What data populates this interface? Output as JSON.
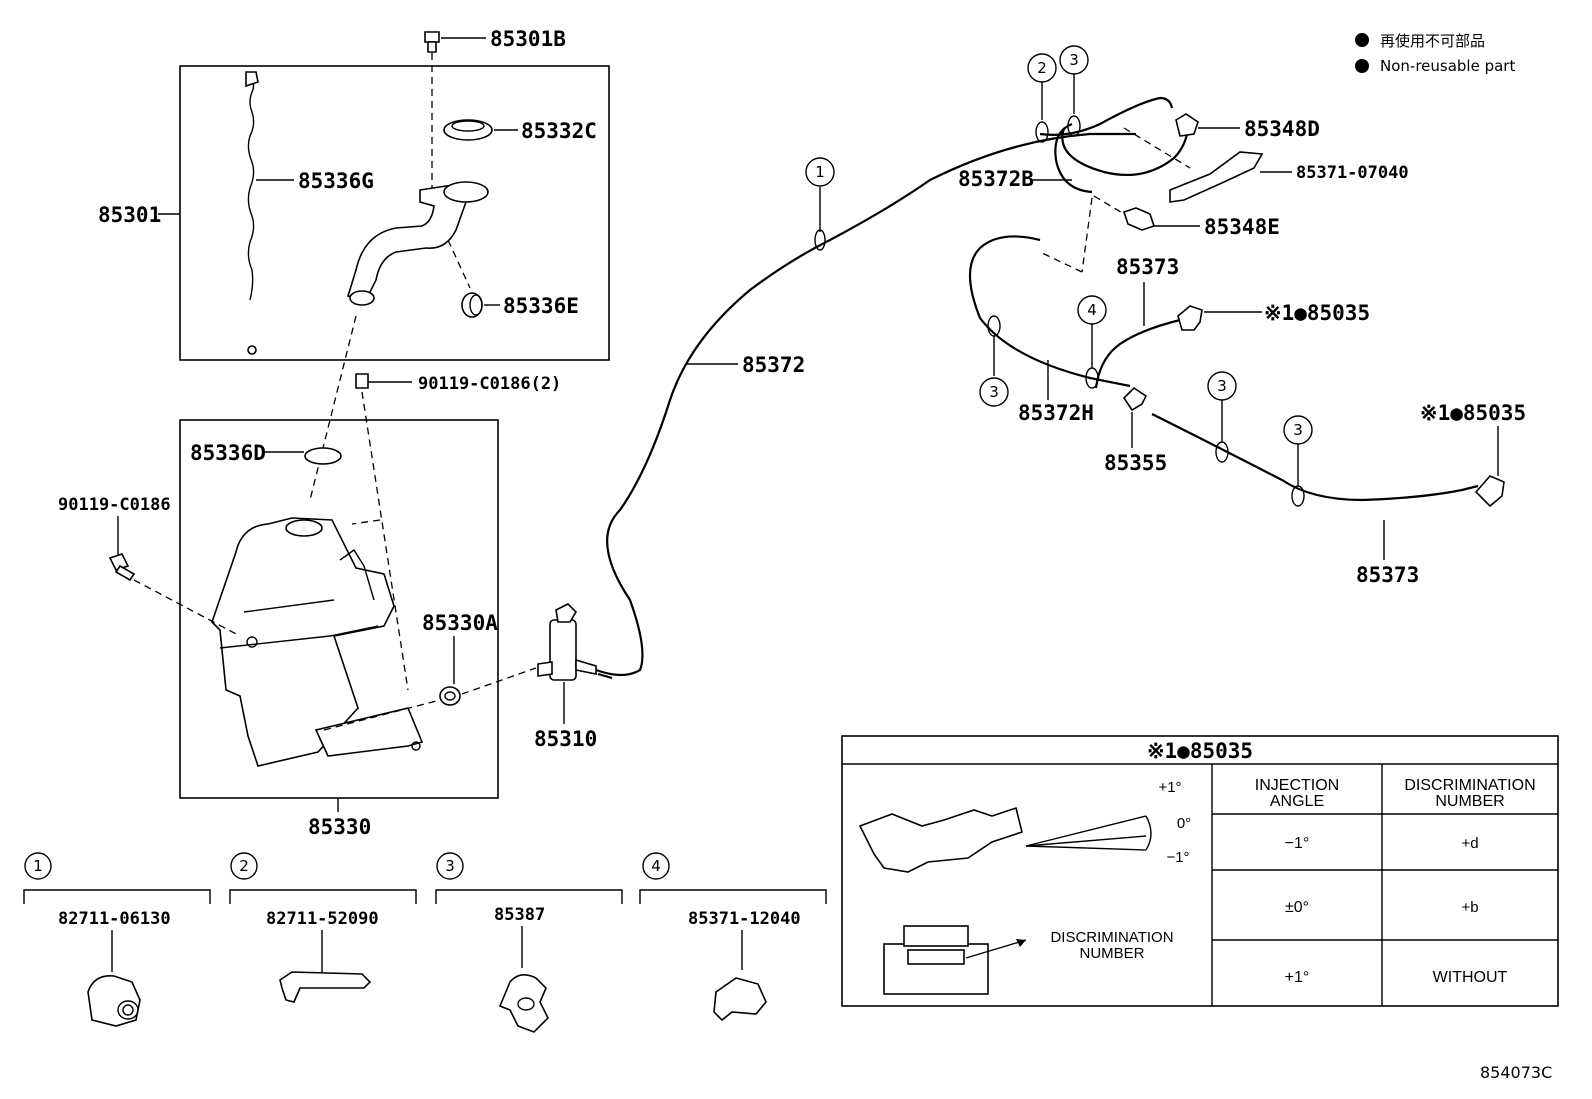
{
  "legend": {
    "jp": "再使用不可部品",
    "en": "Non-reusable part"
  },
  "labels": {
    "p85301B": "85301B",
    "p85332C": "85332C",
    "p85336G": "85336G",
    "p85301": "85301",
    "p85336E": "85336E",
    "p90119_2": "90119-C0186(2)",
    "p85336D": "85336D",
    "p90119": "90119-C0186",
    "p85330A": "85330A",
    "p85330": "85330",
    "p85310": "85310",
    "p85372": "85372",
    "p85348D": "85348D",
    "p85371_07040": "85371-07040",
    "p85372B": "85372B",
    "p85348E": "85348E",
    "p85373_top": "85373",
    "p85035_a": "※1●85035",
    "p85372H": "85372H",
    "p85355": "85355",
    "p85035_b": "※1●85035",
    "p85373_bot": "85373"
  },
  "callouts": [
    "1",
    "2",
    "3",
    "4"
  ],
  "clips": [
    {
      "num": "1",
      "part": "82711-06130"
    },
    {
      "num": "2",
      "part": "82711-52090"
    },
    {
      "num": "3",
      "part": "85387"
    },
    {
      "num": "4",
      "part": "85371-12040"
    }
  ],
  "table": {
    "title": "※1●85035",
    "angle_plus": "+1°",
    "angle_zero": "0°",
    "angle_minus": "−1°",
    "disc_label_1": "DISCRIMINATION",
    "disc_label_2": "NUMBER",
    "col1_h1": "INJECTION",
    "col1_h2": "ANGLE",
    "col2_h1": "DISCRIMINATION",
    "col2_h2": "NUMBER",
    "rows": [
      {
        "angle": "−1°",
        "disc": "+d"
      },
      {
        "angle": "±0°",
        "disc": "+b"
      },
      {
        "angle": "+1°",
        "disc": "WITHOUT"
      }
    ]
  },
  "diagram_code": "854073C"
}
